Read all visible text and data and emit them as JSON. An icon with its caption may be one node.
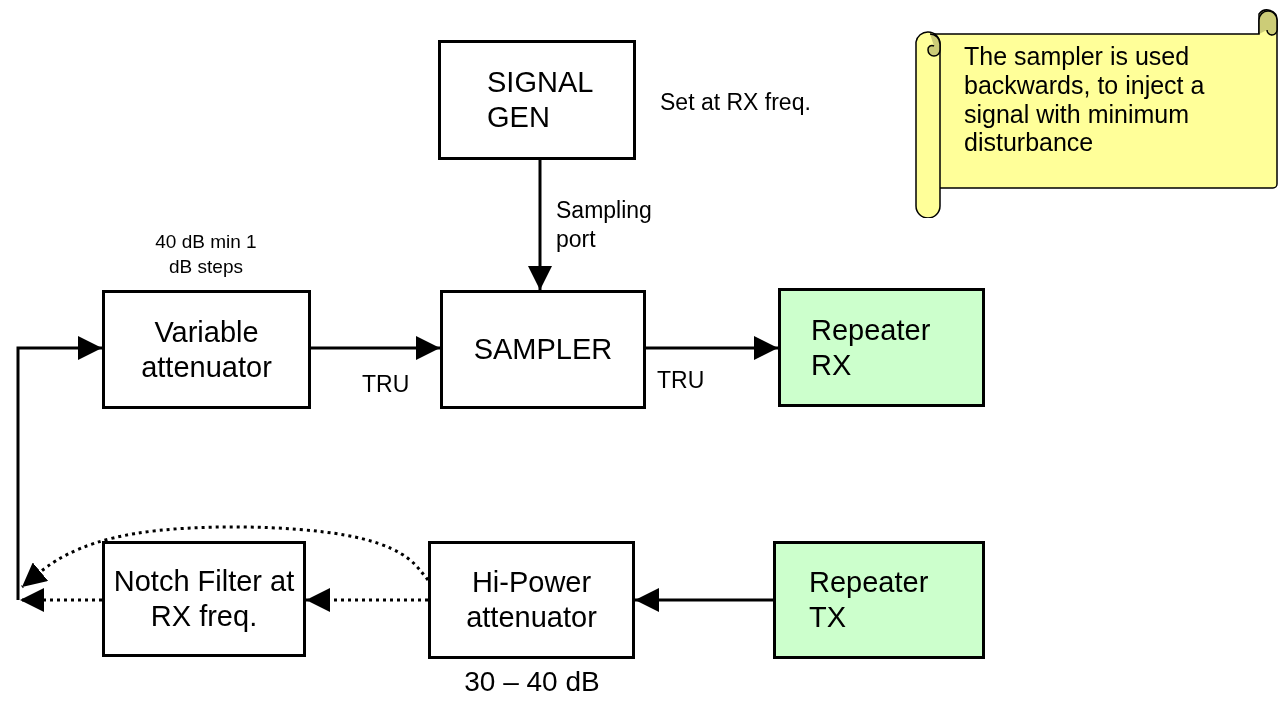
{
  "diagram": {
    "nodes": [
      {
        "text": [
          "SIGNAL GEN"
        ],
        "beside": [
          "Set at RX freq."
        ]
      },
      {
        "text": [
          "Variable attenuator"
        ],
        "beside": [
          "40 dB min 1 dB steps"
        ]
      },
      {
        "text": [
          "SAMPLER"
        ]
      },
      {
        "text": [
          "Repeater RX"
        ]
      },
      {
        "text": [
          "Notch Filter at RX freq."
        ]
      },
      {
        "text": [
          "Hi-Power attenuator"
        ],
        "beside": [
          "30 – 40 dB"
        ]
      },
      {
        "text": [
          "Repeater TX"
        ]
      },
      {
        "text": [
          "The sampler is used backwards, to inject a signal with minimum disturbance"
        ]
      }
    ],
    "edges": [
      {
        "from": 0,
        "to": 2,
        "arrow": "to",
        "label": "Sampling port"
      },
      {
        "from": 1,
        "to": 2,
        "arrow": "to",
        "label": "TRU"
      },
      {
        "from": 2,
        "to": 3,
        "arrow": "to",
        "label": "TRU"
      },
      {
        "from": 6,
        "to": 5,
        "arrow": "to"
      },
      {
        "from": 5,
        "to": 4,
        "arrow": "to",
        "style": "dashed"
      },
      {
        "from": 4,
        "to": null,
        "arrow": "to",
        "style": "dashed"
      },
      {
        "from": 5,
        "to": null,
        "arrow": "to",
        "style": "dashed"
      },
      {
        "from": null,
        "to": 1,
        "arrow": "to"
      }
    ]
  }
}
